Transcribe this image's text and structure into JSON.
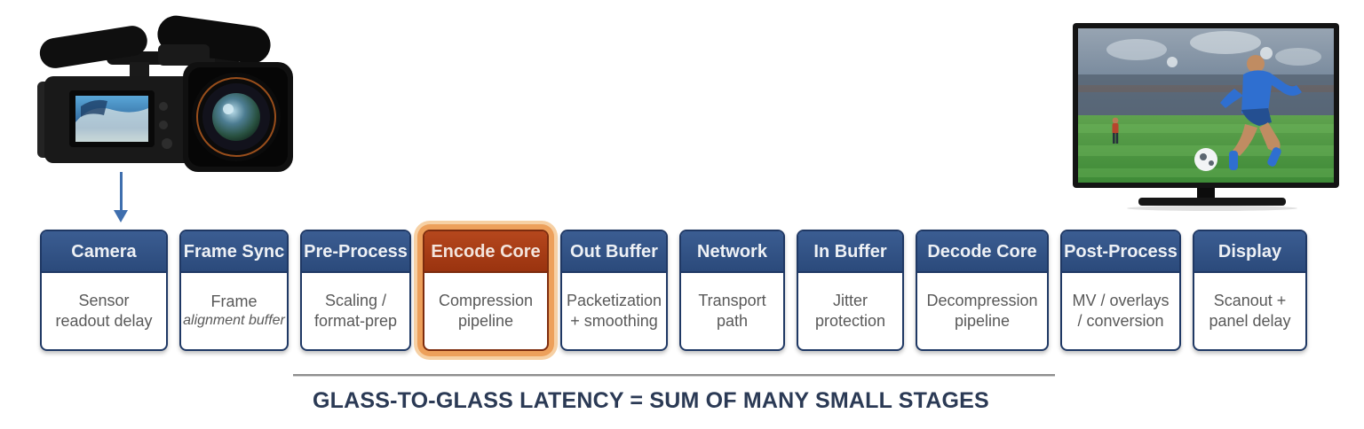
{
  "caption": {
    "text": "GLASS-TO-GLASS LATENCY = SUM OF MANY SMALL STAGES"
  },
  "illustrations": {
    "camera": "video-camera-illustration",
    "arrow": "down-arrow-icon",
    "tv": "tv-soccer-illustration"
  },
  "colors": {
    "stage_header_navy": "#2e4d7e",
    "stage_border_navy": "#1f3864",
    "highlight_header_red": "#a53a13",
    "highlight_outline_orange": "#eda05b",
    "body_text_gray": "#595959",
    "caption_navy": "#2b3a55",
    "arrow_blue": "#3f6fae"
  },
  "stages": [
    {
      "id": "camera",
      "title": "Camera",
      "line1": "Sensor",
      "line2": "readout delay",
      "highlight": false
    },
    {
      "id": "frame-sync",
      "title": "Frame Sync",
      "line1": "Frame",
      "line2": "alignment buffer",
      "highlight": false
    },
    {
      "id": "pre-process",
      "title": "Pre-Process",
      "line1": "Scaling /",
      "line2": "format-prep",
      "highlight": false
    },
    {
      "id": "encode-core",
      "title": "Encode Core",
      "line1": "Compression",
      "line2": "pipeline",
      "highlight": true
    },
    {
      "id": "out-buffer",
      "title": "Out Buffer",
      "line1": "Packetization",
      "line2": "+ smoothing",
      "highlight": false
    },
    {
      "id": "network",
      "title": "Network",
      "line1": "Transport",
      "line2": "path",
      "highlight": false
    },
    {
      "id": "in-buffer",
      "title": "In Buffer",
      "line1": "Jitter",
      "line2": "protection",
      "highlight": false
    },
    {
      "id": "decode-core",
      "title": "Decode Core",
      "line1": "Decompression",
      "line2": "pipeline",
      "highlight": false
    },
    {
      "id": "post-process",
      "title": "Post-Process",
      "line1": "MV / overlays",
      "line2": "/ conversion",
      "highlight": false
    },
    {
      "id": "display",
      "title": "Display",
      "line1": "Scanout +",
      "line2": "panel delay",
      "highlight": false
    }
  ]
}
